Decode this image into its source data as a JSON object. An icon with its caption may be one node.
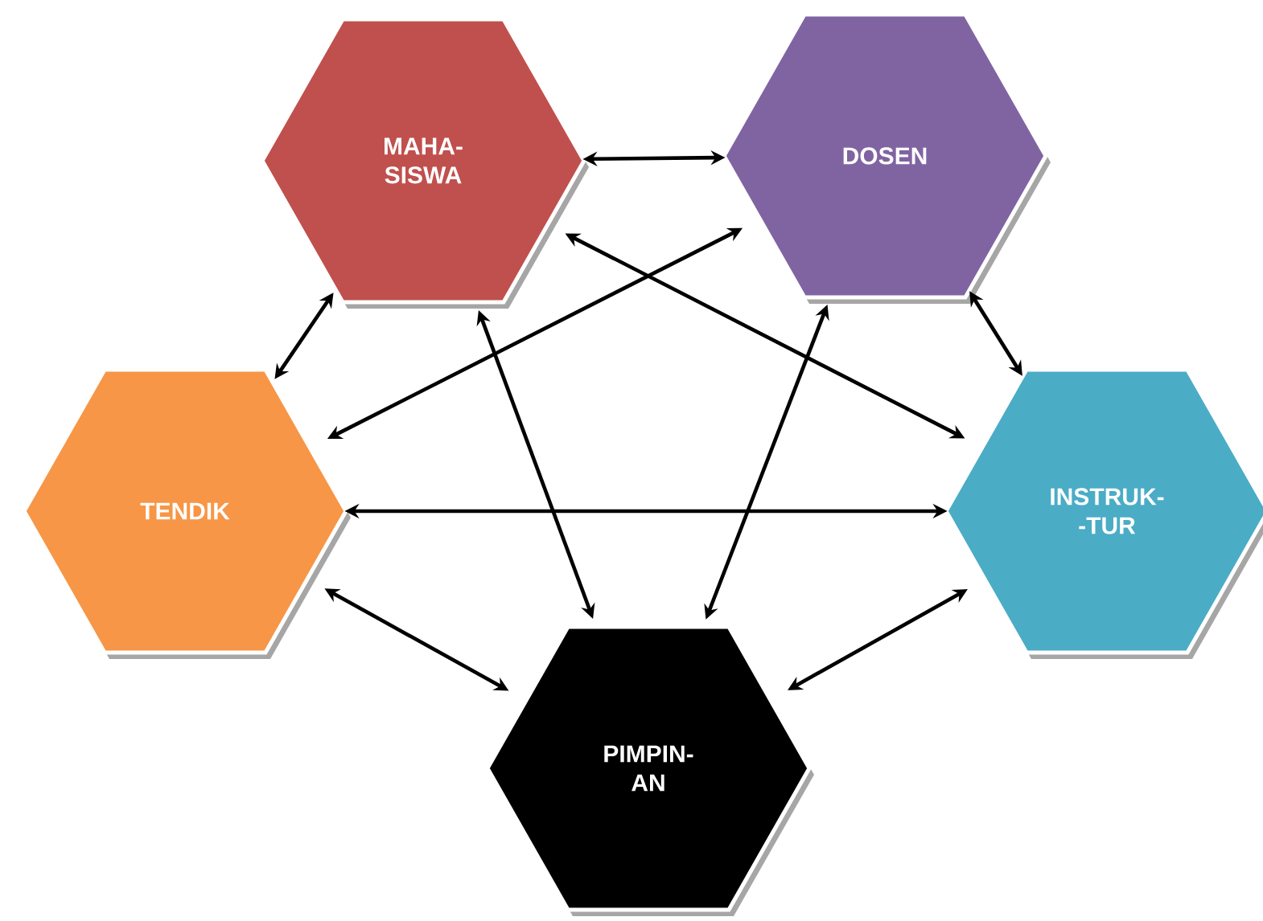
{
  "diagram": {
    "nodes": [
      {
        "text": [
          "MAHA- SISWA"
        ]
      },
      {
        "text": [
          "DOSEN"
        ]
      },
      {
        "text": [
          "TENDIK"
        ]
      },
      {
        "text": [
          "INSTRUK- -TUR"
        ]
      },
      {
        "text": [
          "PIMPIN- AN"
        ]
      }
    ],
    "edges": [
      {
        "from": 0,
        "to": 1,
        "arrow": "both"
      },
      {
        "from": 1,
        "to": 3,
        "arrow": "both"
      },
      {
        "from": 0,
        "to": 2,
        "arrow": "both"
      },
      {
        "from": 2,
        "to": 4,
        "arrow": "both"
      },
      {
        "from": 4,
        "to": 3,
        "arrow": "both"
      },
      {
        "from": 0,
        "to": 4,
        "arrow": "both"
      },
      {
        "from": 0,
        "to": 3,
        "arrow": "both"
      },
      {
        "from": 1,
        "to": 2,
        "arrow": "both"
      },
      {
        "from": 1,
        "to": 4,
        "arrow": "both"
      },
      {
        "from": 2,
        "to": 3,
        "arrow": "both"
      }
    ]
  }
}
